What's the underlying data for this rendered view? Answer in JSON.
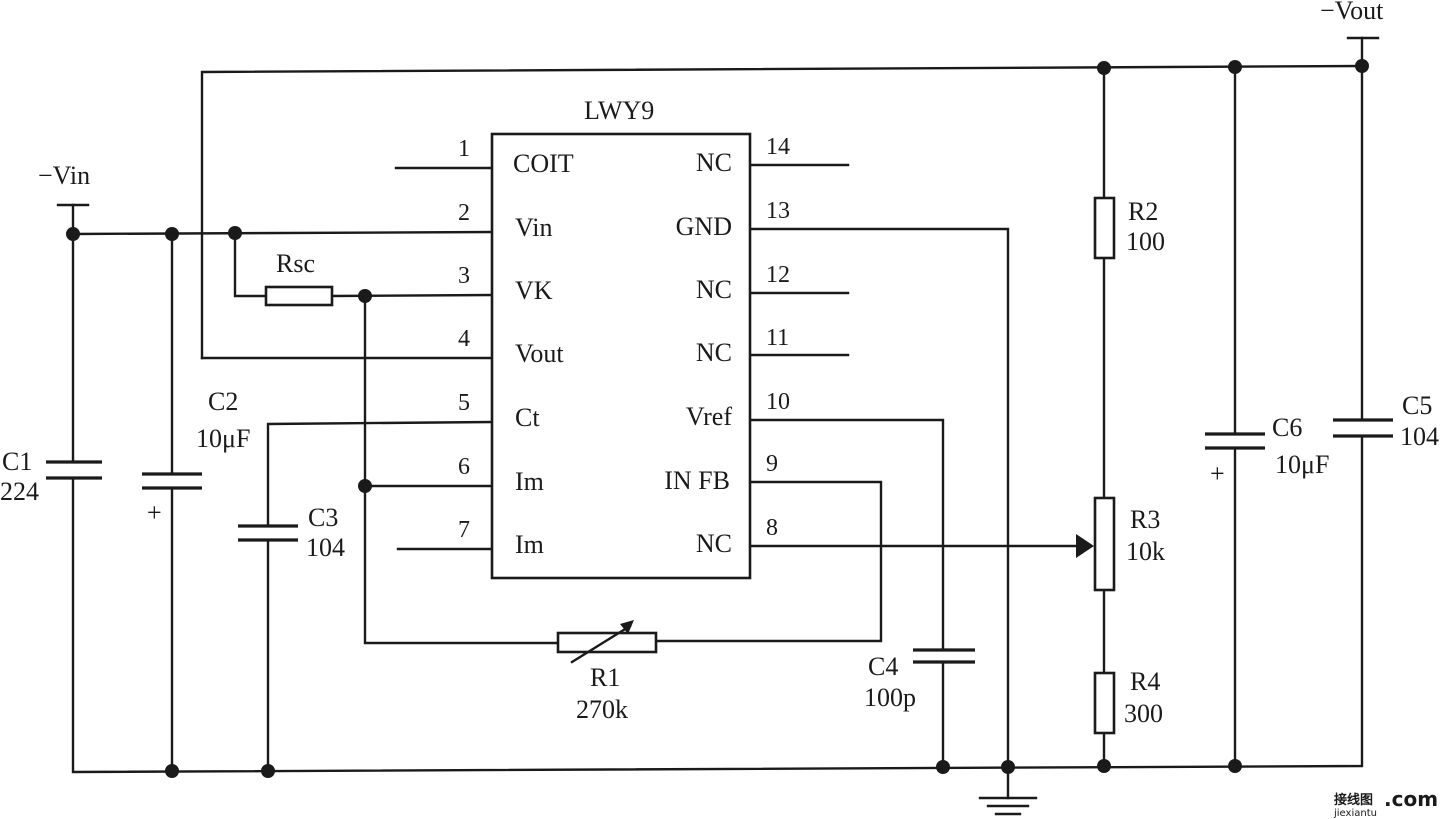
{
  "ic": {
    "name": "LWY9",
    "pins_left": [
      {
        "num": "1",
        "name": "COIT"
      },
      {
        "num": "2",
        "name": "Vin"
      },
      {
        "num": "3",
        "name": "VK"
      },
      {
        "num": "4",
        "name": "Vout"
      },
      {
        "num": "5",
        "name": "Ct"
      },
      {
        "num": "6",
        "name": "Im"
      },
      {
        "num": "7",
        "name": "Im"
      }
    ],
    "pins_right": [
      {
        "num": "14",
        "name": "NC"
      },
      {
        "num": "13",
        "name": "GND"
      },
      {
        "num": "12",
        "name": "NC"
      },
      {
        "num": "11",
        "name": "NC"
      },
      {
        "num": "10",
        "name": "Vref"
      },
      {
        "num": "9",
        "name": "IN FB"
      },
      {
        "num": "8",
        "name": "NC"
      }
    ]
  },
  "terminals": {
    "vin": "−Vin",
    "vout": "−Vout"
  },
  "components": {
    "c1": {
      "name": "C1",
      "value": "224"
    },
    "c2": {
      "name": "C2",
      "value": "10μF",
      "polarity": "+"
    },
    "c3": {
      "name": "C3",
      "value": "104"
    },
    "c4": {
      "name": "C4",
      "value": "100p"
    },
    "c5": {
      "name": "C5",
      "value": "104"
    },
    "c6": {
      "name": "C6",
      "value": "10μF",
      "polarity": "+"
    },
    "rsc": {
      "name": "Rsc"
    },
    "r1": {
      "name": "R1",
      "value": "270k"
    },
    "r2": {
      "name": "R2",
      "value": "100"
    },
    "r3": {
      "name": "R3",
      "value": "10k"
    },
    "r4": {
      "name": "R4",
      "value": "300"
    }
  },
  "watermark": {
    "brand": "接线图",
    "tld": ".com",
    "domain": "jiexiantu"
  }
}
